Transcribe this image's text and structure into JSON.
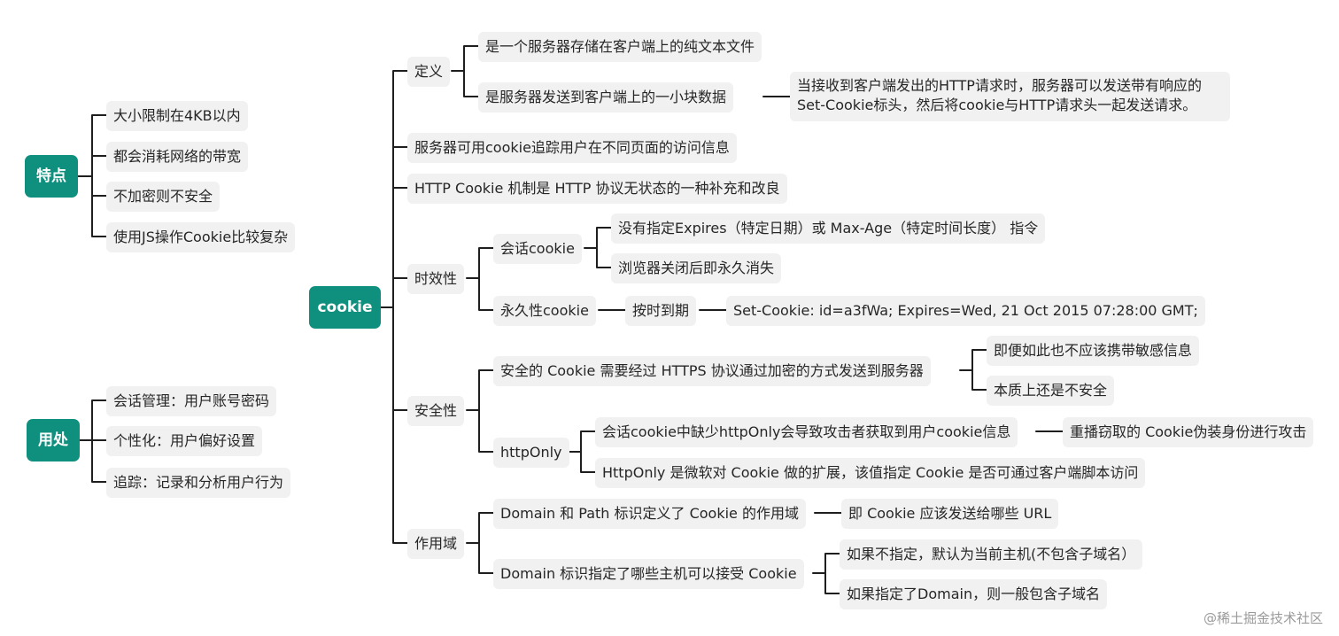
{
  "roots": {
    "cookie": "cookie",
    "features": "特点",
    "uses": "用处"
  },
  "features": [
    "大小限制在4KB以内",
    "都会消耗网络的带宽",
    "不加密则不安全",
    "使用JS操作Cookie比较复杂"
  ],
  "uses": [
    "会话管理：用户账号密码",
    "个性化：用户偏好设置",
    "追踪：记录和分析用户行为"
  ],
  "definition": {
    "label": "定义",
    "item1": "是一个服务器存储在客户端上的纯文本文件",
    "item2": "是服务器发送到客户端上的一小块数据",
    "item2_detail": "当接收到客户端发出的HTTP请求时，服务器可以发送带有响应的Set-Cookie标头，然后将cookie与HTTP请求头一起发送请求。"
  },
  "tracking": "服务器可用cookie追踪用户在不同页面的访问信息",
  "stateless": "HTTP Cookie 机制是 HTTP 协议无状态的一种补充和改良",
  "timeliness": {
    "label": "时效性",
    "session": "会话cookie",
    "session_item1": "没有指定Expires（特定日期）或 Max-Age（特定时间长度） 指令",
    "session_item2": "浏览器关闭后即永久消失",
    "persistent": "永久性cookie",
    "expire": "按时到期",
    "example": "Set-Cookie: id=a3fWa; Expires=Wed, 21 Oct 2015 07:28:00 GMT;"
  },
  "security": {
    "label": "安全性",
    "https": "安全的 Cookie 需要经过 HTTPS 协议通过加密的方式发送到服务器",
    "https_item1": "即便如此也不应该携带敏感信息",
    "https_item2": "本质上还是不安全",
    "httponly": "httpOnly",
    "httponly_item1": "会话cookie中缺少httpOnly会导致攻击者获取到用户cookie信息",
    "httponly_item1_detail": "重播窃取的 Cookie伪装身份进行攻击",
    "httponly_item2": "HttpOnly 是微软对 Cookie 做的扩展，该值指定 Cookie 是否可通过客户端脚本访问"
  },
  "scope": {
    "label": "作用域",
    "domain_path": "Domain 和 Path 标识定义了 Cookie 的作用域",
    "domain_path_detail": "即 Cookie 应该发送给哪些 URL",
    "domain": "Domain 标识指定了哪些主机可以接受 Cookie",
    "domain_item1": "如果不指定，默认为当前主机(不包含子域名）",
    "domain_item2": "如果指定了Domain，则一般包含子域名"
  },
  "watermark": "@稀土掘金技术社区"
}
